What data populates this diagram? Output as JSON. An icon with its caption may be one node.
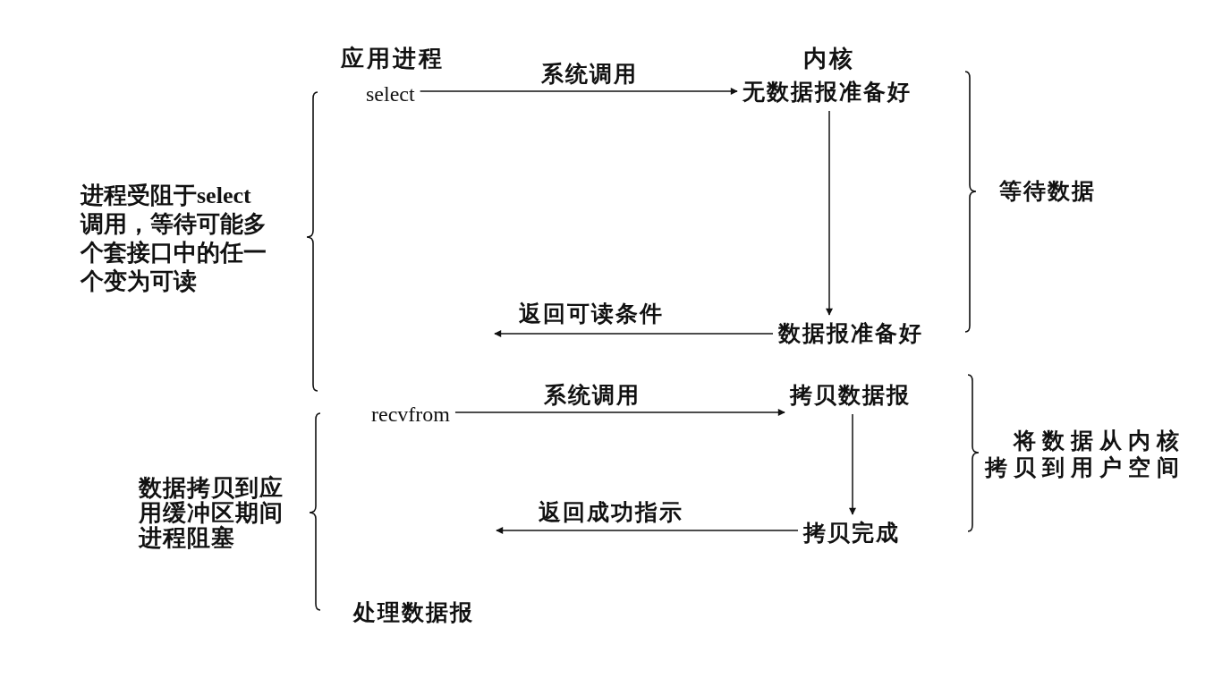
{
  "diagram": {
    "nodes": [
      {
        "text": [
          "select"
        ]
      },
      {
        "text": [
          "无数据报准备好"
        ]
      },
      {
        "text": [
          "数据报准备好"
        ]
      },
      {
        "text": [
          "recvfrom"
        ]
      },
      {
        "text": [
          "拷贝数据报"
        ]
      },
      {
        "text": [
          "拷贝完成"
        ]
      }
    ],
    "edges": [
      {
        "from": 0,
        "to": 1,
        "arrow": "to",
        "label": "系统调用"
      },
      {
        "from": 1,
        "to": 2,
        "arrow": "to"
      },
      {
        "from": 2,
        "to": null,
        "arrow": "to",
        "label": "返回可读条件"
      },
      {
        "from": 3,
        "to": 4,
        "arrow": "to",
        "label": "系统调用"
      },
      {
        "from": 4,
        "to": 5,
        "arrow": "to"
      },
      {
        "from": 5,
        "to": null,
        "arrow": "to",
        "label": "返回成功指示"
      }
    ],
    "labels": [
      "应用进程",
      "内核",
      "进程受阻于select调用，等待可能多个套接口中的任一个变为可读",
      "等待数据",
      "将数据从内核拷贝到用户空间",
      "数据拷贝到应用缓冲区期间进程阻塞",
      "处理数据报"
    ]
  }
}
